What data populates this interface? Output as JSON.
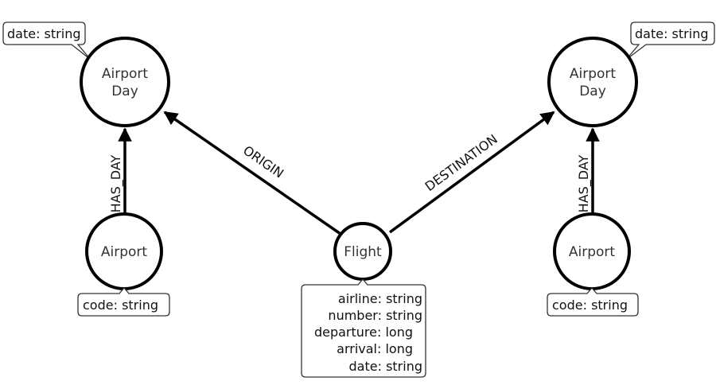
{
  "nodes": {
    "airport_day_left": {
      "line1": "Airport",
      "line2": "Day",
      "property": "date: string"
    },
    "airport_day_right": {
      "line1": "Airport",
      "line2": "Day",
      "property": "date: string"
    },
    "airport_left": {
      "label": "Airport",
      "property": "code: string"
    },
    "airport_right": {
      "label": "Airport",
      "property": "code: string"
    },
    "flight": {
      "label": "Flight",
      "properties": [
        "airline: string",
        "number: string",
        "departure: long",
        "arrival: long",
        "date: string"
      ]
    }
  },
  "edges": {
    "origin": "ORIGIN",
    "destination": "DESTINATION",
    "has_day_left": "HAS_DAY",
    "has_day_right": "HAS_DAY"
  }
}
